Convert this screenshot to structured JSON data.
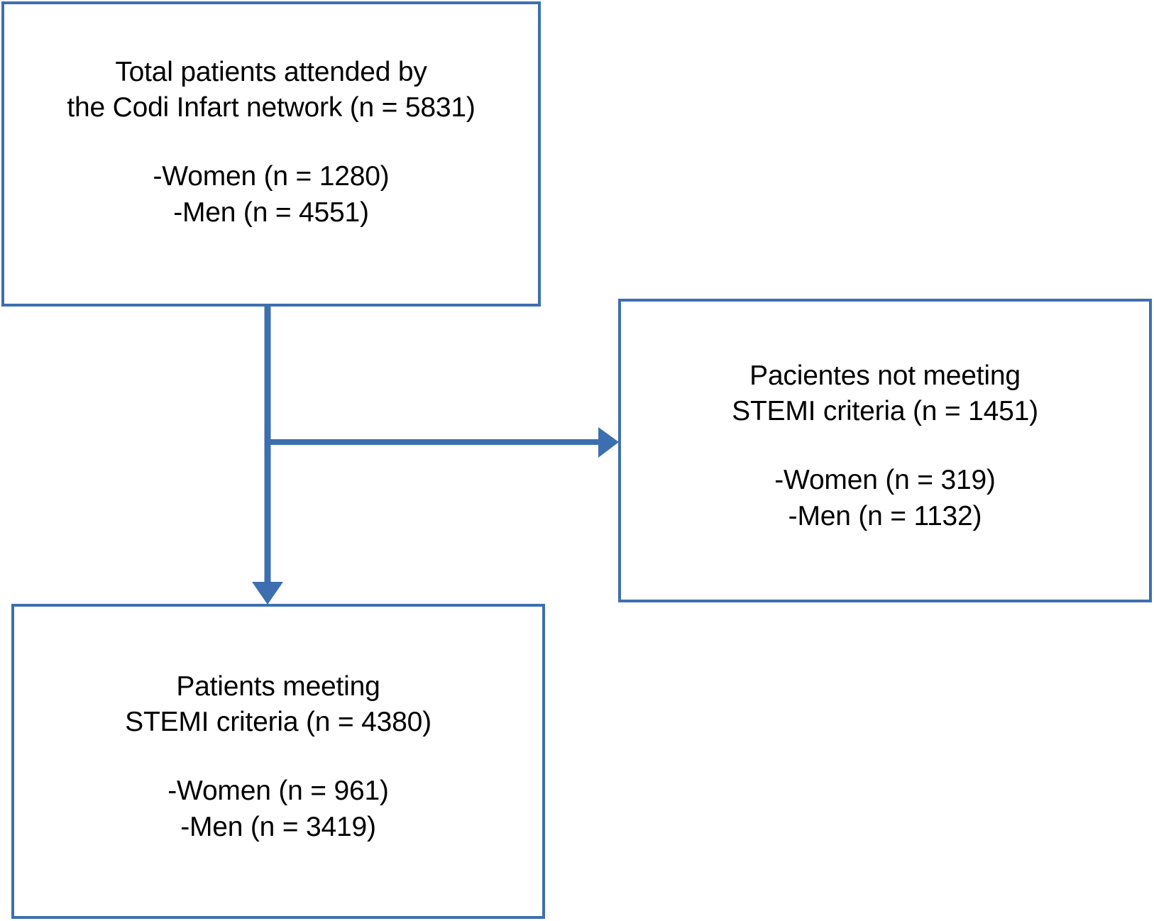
{
  "figure": {
    "type": "flow-diagram",
    "accent_color": "#3d6fb0",
    "text_color": "#000000",
    "background": "#ffffff"
  },
  "boxes": {
    "total": {
      "line1": "Total patients attended by",
      "line2": "the Codi Infart network (n = 5831)",
      "women": "-Women (n = 1280)",
      "men": "-Men (n = 4551)"
    },
    "excluded": {
      "line1": "Pacientes not meeting",
      "line2": "STEMI criteria (n = 1451)",
      "women": "-Women (n = 319)",
      "men": "-Men (n = 1132)"
    },
    "included": {
      "line1": "Patients meeting",
      "line2": "STEMI criteria (n = 4380)",
      "women": "-Women (n = 961)",
      "men": "-Men (n = 3419)"
    }
  },
  "chart_data": {
    "type": "flowchart",
    "title": "",
    "nodes": [
      {
        "id": "total",
        "label": "Total patients attended by the Codi Infart network",
        "n": 5831,
        "women": 1280,
        "men": 4551
      },
      {
        "id": "excluded",
        "label": "Pacientes not meeting STEMI criteria",
        "n": 1451,
        "women": 319,
        "men": 1132
      },
      {
        "id": "included",
        "label": "Patients meeting STEMI criteria",
        "n": 4380,
        "women": 961,
        "men": 3419
      }
    ],
    "edges": [
      {
        "from": "total",
        "to": "excluded",
        "direction": "right"
      },
      {
        "from": "total",
        "to": "included",
        "direction": "down"
      }
    ]
  }
}
